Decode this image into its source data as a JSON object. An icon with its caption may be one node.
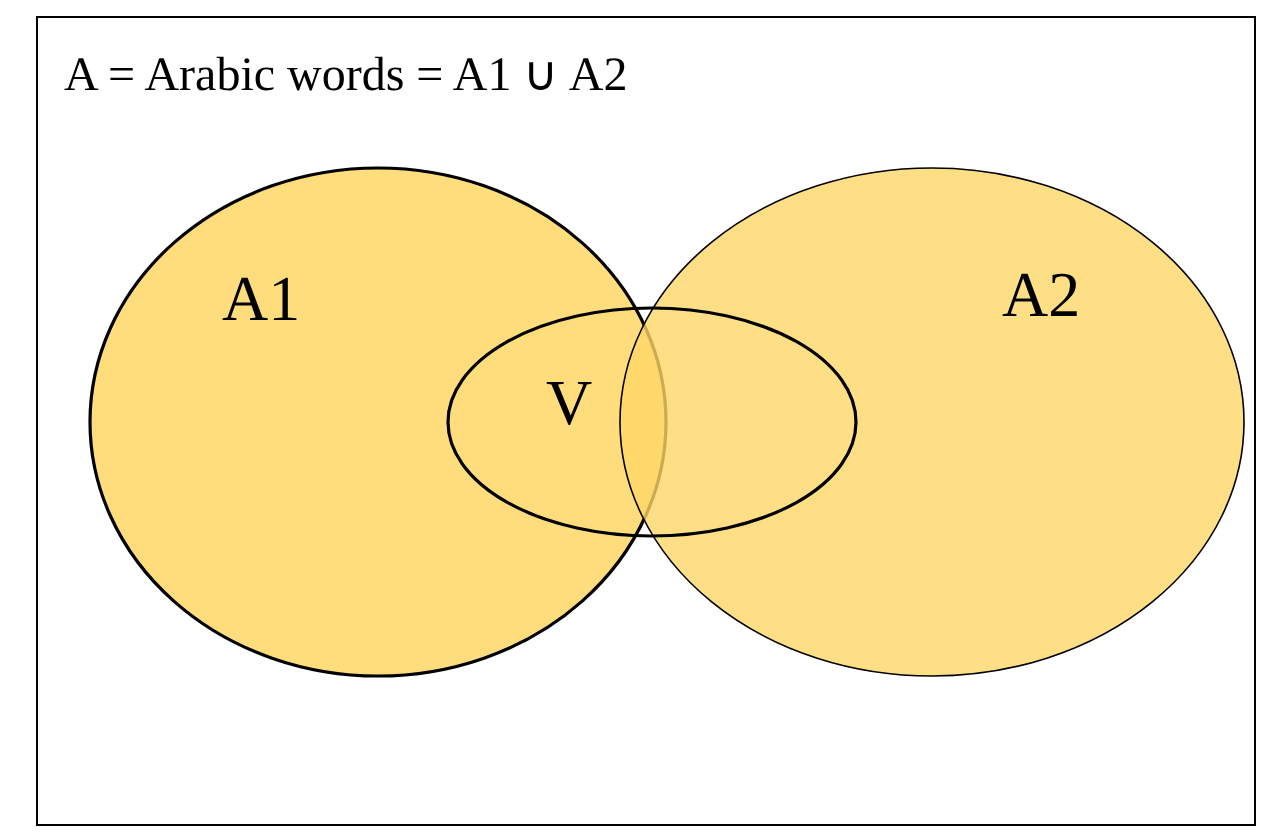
{
  "diagram": {
    "nodes": [
      {
        "text": [
          "A = Arabic words = A1 ∪ A2"
        ]
      },
      {
        "text": [
          "A1"
        ],
        "in": 0
      },
      {
        "text": [
          "A2"
        ],
        "in": 0
      },
      {
        "text": [
          "V"
        ],
        "in": 0
      }
    ]
  }
}
